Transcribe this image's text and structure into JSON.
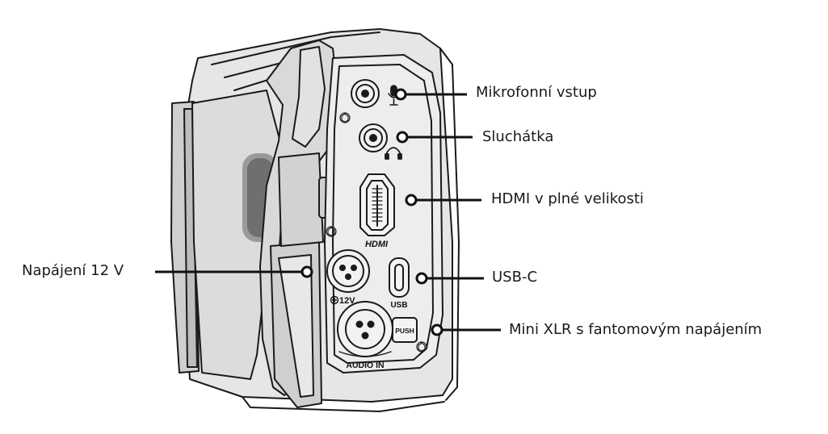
{
  "callouts": {
    "mic": "Mikrofonní vstup",
    "headphones": "Sluchátka",
    "hdmi": "HDMI v plné velikosti",
    "power": "Napájení 12 V",
    "usb": "USB-C",
    "xlr": "Mini XLR s fantomovým napájením"
  },
  "body_labels": {
    "hdmi": "HDMI",
    "power": "12V",
    "usb": "USB",
    "push": "PUSH",
    "audio_in": "AUDIO IN"
  },
  "colors": {
    "outline": "#1a1a1a",
    "body_fill": "#e6e6e6",
    "panel_fill": "#ededed",
    "shadow_fill": "#cfcfcf",
    "grip_fill": "#bdbdbd",
    "leader": "#111111"
  }
}
